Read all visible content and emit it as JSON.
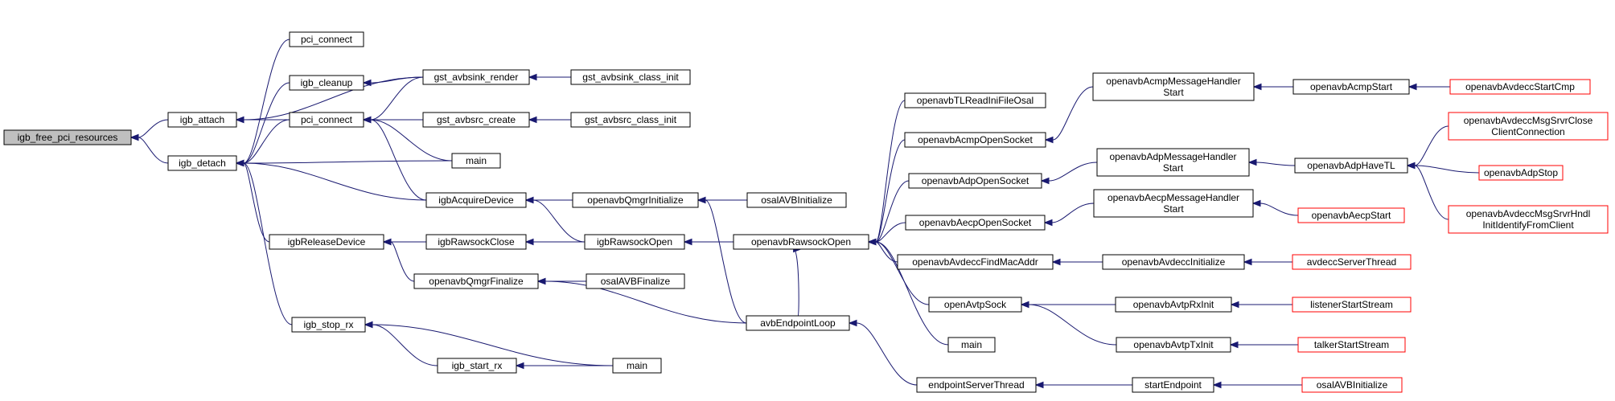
{
  "nodes": {
    "igb_free_pci_resources": {
      "label": [
        "igb_free_pci_resources"
      ],
      "root": true
    },
    "igb_attach": {
      "label": [
        "igb_attach"
      ]
    },
    "igb_detach": {
      "label": [
        "igb_detach"
      ]
    },
    "pci_connect_1": {
      "label": [
        "pci_connect"
      ]
    },
    "igb_cleanup": {
      "label": [
        "igb_cleanup"
      ]
    },
    "pci_connect_2": {
      "label": [
        "pci_connect"
      ]
    },
    "igbReleaseDevice": {
      "label": [
        "igbReleaseDevice"
      ]
    },
    "igb_stop_rx": {
      "label": [
        "igb_stop_rx"
      ]
    },
    "gst_avbsink_render": {
      "label": [
        "gst_avbsink_render"
      ]
    },
    "gst_avbsrc_create": {
      "label": [
        "gst_avbsrc_create"
      ]
    },
    "main_1": {
      "label": [
        "main"
      ]
    },
    "igbAcquireDevice": {
      "label": [
        "igbAcquireDevice"
      ]
    },
    "igbRawsockClose": {
      "label": [
        "igbRawsockClose"
      ]
    },
    "openavbQmgrFinalize": {
      "label": [
        "openavbQmgrFinalize"
      ]
    },
    "igb_start_rx": {
      "label": [
        "igb_start_rx"
      ]
    },
    "gst_avbsink_class_init": {
      "label": [
        "gst_avbsink_class_init"
      ]
    },
    "gst_avbsrc_class_init": {
      "label": [
        "gst_avbsrc_class_init"
      ]
    },
    "openavbQmgrInitialize": {
      "label": [
        "openavbQmgrInitialize"
      ]
    },
    "igbRawsockOpen": {
      "label": [
        "igbRawsockOpen"
      ]
    },
    "osalAVBFinalize": {
      "label": [
        "osalAVBFinalize"
      ]
    },
    "main_2": {
      "label": [
        "main"
      ]
    },
    "osalAVBInitialize_1": {
      "label": [
        "osalAVBInitialize"
      ]
    },
    "avbEndpointLoop": {
      "label": [
        "avbEndpointLoop"
      ]
    },
    "openavbRawsockOpen": {
      "label": [
        "openavbRawsockOpen"
      ]
    },
    "openavbTLReadIniFileOsal": {
      "label": [
        "openavbTLReadIniFileOsal"
      ]
    },
    "openavbAcmpOpenSocket": {
      "label": [
        "openavbAcmpOpenSocket"
      ]
    },
    "openavbAdpOpenSocket": {
      "label": [
        "openavbAdpOpenSocket"
      ]
    },
    "openavbAecpOpenSocket": {
      "label": [
        "openavbAecpOpenSocket"
      ]
    },
    "openavbAvdeccFindMacAddr": {
      "label": [
        "openavbAvdeccFindMacAddr"
      ]
    },
    "openAvtpSock": {
      "label": [
        "openAvtpSock"
      ]
    },
    "main_3": {
      "label": [
        "main"
      ]
    },
    "endpointServerThread": {
      "label": [
        "endpointServerThread"
      ]
    },
    "openavbAcmpMessageHandlerStart": {
      "label": [
        "openavbAcmpMessageHandler",
        "Start"
      ]
    },
    "openavbAdpMessageHandlerStart": {
      "label": [
        "openavbAdpMessageHandler",
        "Start"
      ]
    },
    "openavbAecpMessageHandlerStart": {
      "label": [
        "openavbAecpMessageHandler",
        "Start"
      ]
    },
    "openavbAvdeccInitialize": {
      "label": [
        "openavbAvdeccInitialize"
      ]
    },
    "openavbAvtpRxInit": {
      "label": [
        "openavbAvtpRxInit"
      ]
    },
    "openavbAvtpTxInit": {
      "label": [
        "openavbAvtpTxInit"
      ]
    },
    "startEndpoint": {
      "label": [
        "startEndpoint"
      ]
    },
    "openavbAcmpStart": {
      "label": [
        "openavbAcmpStart"
      ]
    },
    "openavbAdpHaveTL": {
      "label": [
        "openavbAdpHaveTL"
      ]
    },
    "openavbAecpStart": {
      "label": [
        "openavbAecpStart"
      ],
      "red": true
    },
    "avdeccServerThread": {
      "label": [
        "avdeccServerThread"
      ],
      "red": true
    },
    "listenerStartStream": {
      "label": [
        "listenerStartStream"
      ],
      "red": true
    },
    "talkerStartStream": {
      "label": [
        "talkerStartStream"
      ],
      "red": true
    },
    "osalAVBInitialize_2": {
      "label": [
        "osalAVBInitialize"
      ],
      "red": true
    },
    "openavbAvdeccStartCmp": {
      "label": [
        "openavbAvdeccStartCmp"
      ],
      "red": true
    },
    "openavbAvdeccMsgSrvrCloseClientConnection": {
      "label": [
        "openavbAvdeccMsgSrvrClose",
        "ClientConnection"
      ],
      "red": true
    },
    "openavbAdpStop": {
      "label": [
        "openavbAdpStop"
      ],
      "red": true
    },
    "openavbAvdeccMsgSrvrHndlInitIdentifyFromClient": {
      "label": [
        "openavbAvdeccMsgSrvrHndl",
        "InitIdentifyFromClient"
      ],
      "red": true
    }
  },
  "edges": [
    [
      "igb_attach",
      "igb_free_pci_resources"
    ],
    [
      "igb_detach",
      "igb_free_pci_resources"
    ],
    [
      "gst_avbsink_render",
      "igb_attach"
    ],
    [
      "pci_connect_1",
      "igb_detach"
    ],
    [
      "igb_cleanup",
      "igb_detach"
    ],
    [
      "pci_connect_2",
      "igb_detach"
    ],
    [
      "igbReleaseDevice",
      "igb_detach"
    ],
    [
      "igb_stop_rx",
      "igb_detach"
    ],
    [
      "main_1",
      "igb_detach"
    ],
    [
      "igbAcquireDevice",
      "igb_detach"
    ],
    [
      "pci_connect_2",
      "igb_attach"
    ],
    [
      "gst_avbsink_render",
      "igb_cleanup"
    ],
    [
      "gst_avbsink_render",
      "pci_connect_2"
    ],
    [
      "gst_avbsrc_create",
      "pci_connect_2"
    ],
    [
      "main_1",
      "pci_connect_2"
    ],
    [
      "igbAcquireDevice",
      "pci_connect_2"
    ],
    [
      "igbRawsockClose",
      "igbReleaseDevice"
    ],
    [
      "openavbQmgrFinalize",
      "igbReleaseDevice"
    ],
    [
      "igb_start_rx",
      "igb_stop_rx"
    ],
    [
      "main_2",
      "igb_stop_rx"
    ],
    [
      "main_2",
      "igb_start_rx"
    ],
    [
      "gst_avbsink_class_init",
      "gst_avbsink_render"
    ],
    [
      "gst_avbsrc_class_init",
      "gst_avbsrc_create"
    ],
    [
      "openavbQmgrInitialize",
      "igbAcquireDevice"
    ],
    [
      "igbRawsockOpen",
      "igbAcquireDevice"
    ],
    [
      "igbRawsockOpen",
      "igbRawsockClose"
    ],
    [
      "osalAVBFinalize",
      "openavbQmgrFinalize"
    ],
    [
      "avbEndpointLoop",
      "openavbQmgrFinalize"
    ],
    [
      "osalAVBInitialize_1",
      "openavbQmgrInitialize"
    ],
    [
      "avbEndpointLoop",
      "openavbQmgrInitialize"
    ],
    [
      "openavbRawsockOpen",
      "igbRawsockOpen"
    ],
    [
      "openavbTLReadIniFileOsal",
      "openavbRawsockOpen"
    ],
    [
      "openavbAcmpOpenSocket",
      "openavbRawsockOpen"
    ],
    [
      "openavbAdpOpenSocket",
      "openavbRawsockOpen"
    ],
    [
      "openavbAecpOpenSocket",
      "openavbRawsockOpen"
    ],
    [
      "openavbAvdeccFindMacAddr",
      "openavbRawsockOpen"
    ],
    [
      "openAvtpSock",
      "openavbRawsockOpen"
    ],
    [
      "main_3",
      "openavbRawsockOpen"
    ],
    [
      "avbEndpointLoop",
      "openavbRawsockOpen"
    ],
    [
      "endpointServerThread",
      "avbEndpointLoop"
    ],
    [
      "openavbAcmpMessageHandlerStart",
      "openavbAcmpOpenSocket"
    ],
    [
      "openavbAdpMessageHandlerStart",
      "openavbAdpOpenSocket"
    ],
    [
      "openavbAecpMessageHandlerStart",
      "openavbAecpOpenSocket"
    ],
    [
      "openavbAvdeccInitialize",
      "openavbAvdeccFindMacAddr"
    ],
    [
      "openavbAvtpRxInit",
      "openAvtpSock"
    ],
    [
      "openavbAvtpTxInit",
      "openAvtpSock"
    ],
    [
      "startEndpoint",
      "endpointServerThread"
    ],
    [
      "openavbAcmpStart",
      "openavbAcmpMessageHandlerStart"
    ],
    [
      "openavbAdpHaveTL",
      "openavbAdpMessageHandlerStart"
    ],
    [
      "openavbAecpStart",
      "openavbAecpMessageHandlerStart"
    ],
    [
      "avdeccServerThread",
      "openavbAvdeccInitialize"
    ],
    [
      "listenerStartStream",
      "openavbAvtpRxInit"
    ],
    [
      "talkerStartStream",
      "openavbAvtpTxInit"
    ],
    [
      "osalAVBInitialize_2",
      "startEndpoint"
    ],
    [
      "openavbAvdeccStartCmp",
      "openavbAcmpStart"
    ],
    [
      "openavbAvdeccMsgSrvrCloseClientConnection",
      "openavbAdpHaveTL"
    ],
    [
      "openavbAdpStop",
      "openavbAdpHaveTL"
    ],
    [
      "openavbAvdeccMsgSrvrHndlInitIdentifyFromClient",
      "openavbAdpHaveTL"
    ]
  ]
}
